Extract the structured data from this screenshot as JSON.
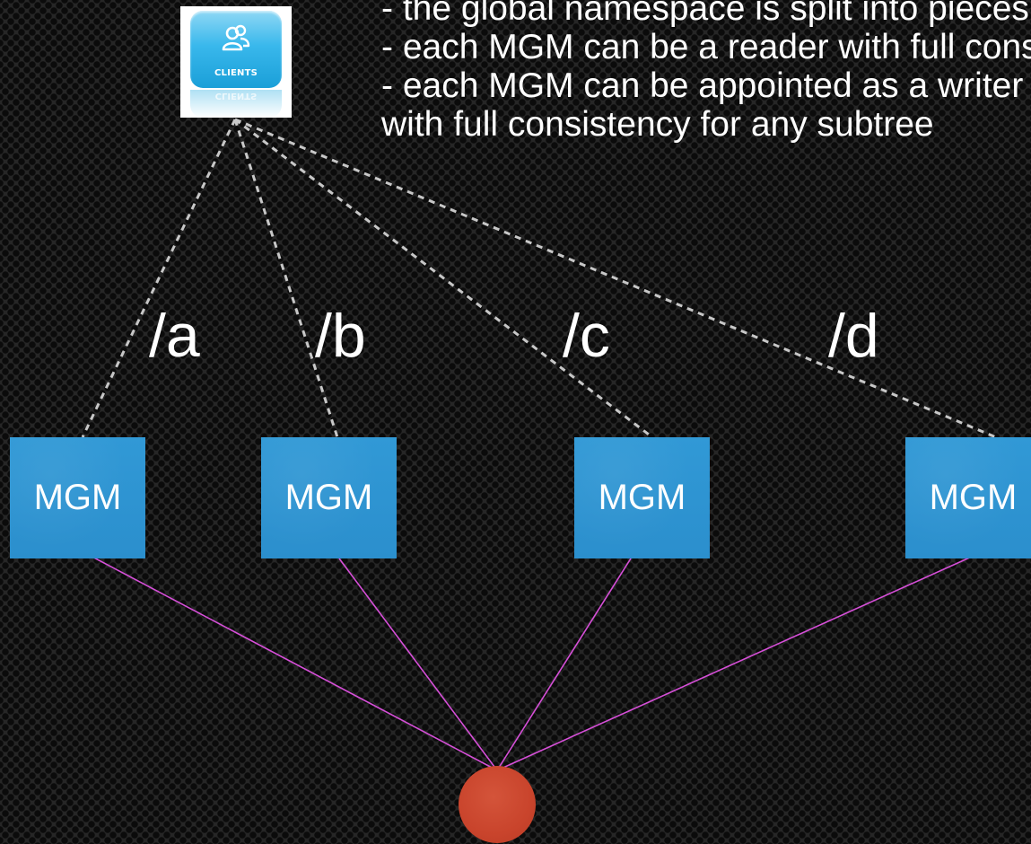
{
  "text_lines": [
    "- the global namespace is split into pieces",
    "- each MGM can be a reader with full consistency",
    "- each MGM can be appointed as a writer",
    "with full consistency for any subtree"
  ],
  "clients": {
    "label": "CLIENTS",
    "reflection_label": "CLIENTS",
    "icon": "people-icon"
  },
  "paths": [
    "/a",
    "/b",
    "/c",
    "/d"
  ],
  "mgm_nodes": [
    "MGM",
    "MGM",
    "MGM",
    "MGM"
  ],
  "central_node": {
    "color": "#c9452e"
  },
  "colors": {
    "mgm": "#2e95d3",
    "client_links": "#c8c8c8",
    "node_links": "#d64fd8"
  }
}
